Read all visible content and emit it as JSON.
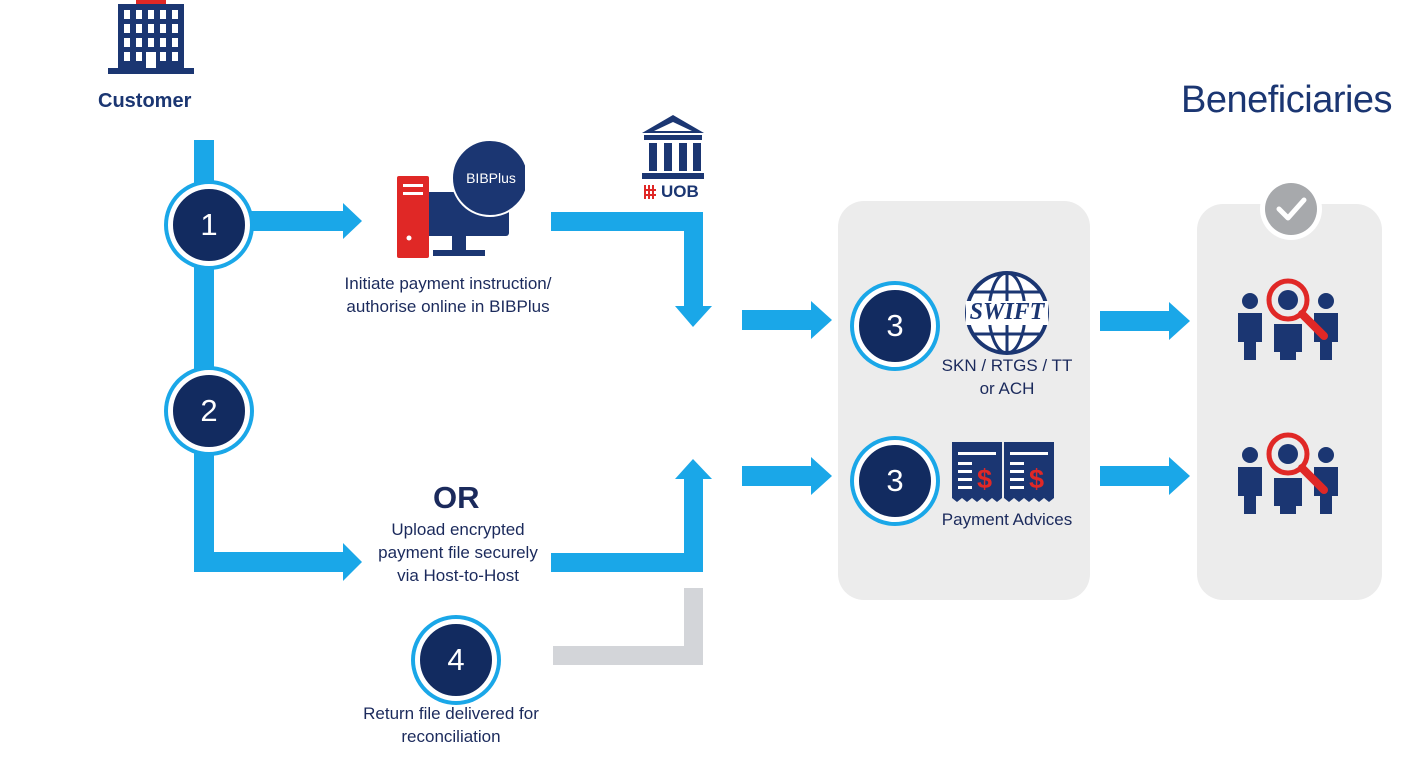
{
  "customer": {
    "label": "Customer"
  },
  "beneficiaries": {
    "title": "Beneficiaries"
  },
  "steps": {
    "s1": {
      "number": "1"
    },
    "s2": {
      "number": "2"
    },
    "s3a": {
      "number": "3"
    },
    "s3b": {
      "number": "3"
    },
    "s4": {
      "number": "4"
    }
  },
  "bibplus": {
    "logo_text": "BIBPlus",
    "caption_line1": "Initiate payment instruction/",
    "caption_line2": "authorise online in BIBPlus"
  },
  "uob": {
    "logo_text": "UOB"
  },
  "or_label": "OR",
  "host_to_host": {
    "line1": "Upload encrypted",
    "line2": "payment file securely",
    "line3": "via Host-to-Host"
  },
  "return_file": {
    "line1": "Return file delivered for",
    "line2": "reconciliation"
  },
  "swift": {
    "logo_text": "SWIFT",
    "line1": "SKN / RTGS / TT",
    "line2": "or ACH"
  },
  "payment_advices": {
    "label": "Payment Advices",
    "symbol": "$"
  },
  "colors": {
    "navy": "#122b60",
    "cyan": "#1aa7e8",
    "grey_arrow": "#d3d5d9",
    "panel": "#ececec",
    "red": "#e02826"
  },
  "icons": [
    "building-icon",
    "bibplus-computer-icon",
    "bank-icon",
    "swift-globe-icon",
    "payment-advice-icon",
    "beneficiary-group-icon",
    "checkmark-icon"
  ]
}
